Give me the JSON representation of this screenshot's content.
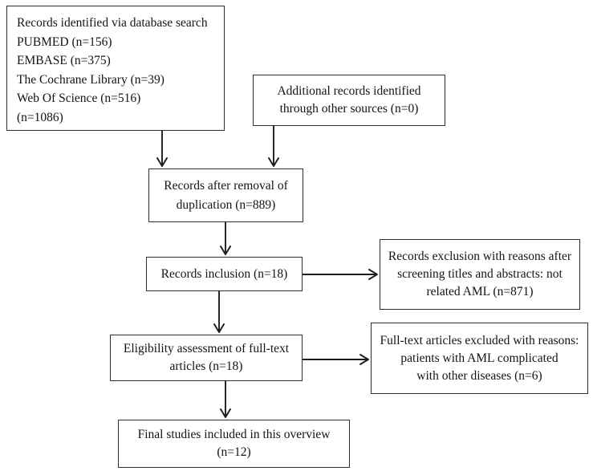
{
  "figure": {
    "kind": "study-selection-flow-diagram",
    "colors": {
      "background": "#ffffff",
      "border": "#2e2e2e",
      "text": "#141414",
      "arrow": "#1c1c1c"
    },
    "boxes": {
      "identification": {
        "lines": [
          "Records identified via database search",
          "PUBMED (n=156)",
          "EMBASE (n=375)",
          "The Cochrane Library (n=39)",
          "Web Of Science (n=516)",
          "(n=1086)"
        ]
      },
      "additional": {
        "lines": [
          "Additional records identified",
          "through other sources (n=0)"
        ]
      },
      "duplication": {
        "lines": [
          "Records after removal of",
          "duplication (n=889)"
        ]
      },
      "inclusion": {
        "lines": [
          "Records inclusion (n=18)"
        ]
      },
      "exclusion_screening": {
        "lines": [
          "Records exclusion with reasons after",
          "screening titles and abstracts: not",
          "related AML (n=871)"
        ]
      },
      "eligibility": {
        "lines": [
          "Eligibility assessment of full-text",
          "articles (n=18)"
        ]
      },
      "exclusion_fulltext": {
        "lines": [
          "Full-text articles excluded with reasons:",
          "patients with AML complicated",
          "with other diseases (n=6)"
        ]
      },
      "final": {
        "lines": [
          "Final studies included in this overview",
          "(n=12)"
        ]
      }
    },
    "arrows": [
      {
        "from": "identification",
        "to": "duplication"
      },
      {
        "from": "additional",
        "to": "duplication"
      },
      {
        "from": "duplication",
        "to": "inclusion"
      },
      {
        "from": "inclusion",
        "to": "exclusion_screening"
      },
      {
        "from": "inclusion",
        "to": "eligibility"
      },
      {
        "from": "eligibility",
        "to": "exclusion_fulltext"
      },
      {
        "from": "eligibility",
        "to": "final"
      }
    ]
  }
}
